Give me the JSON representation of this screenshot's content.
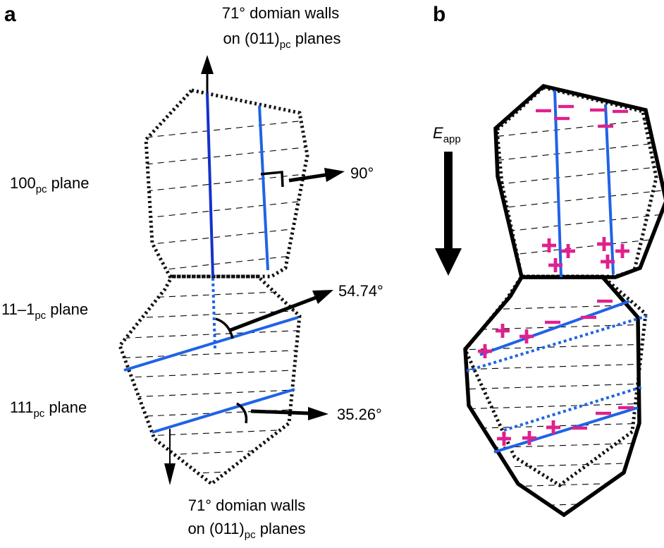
{
  "panels": {
    "a": {
      "label": "a",
      "top_annotation": {
        "line1": "71° domian walls",
        "line2_prefix": "on (011)",
        "line2_sub": "pc",
        "line2_suffix": " planes"
      },
      "bottom_annotation": {
        "line1": "71° domian walls",
        "line2_prefix": "on (011)",
        "line2_sub": "pc",
        "line2_suffix": " planes"
      },
      "planes": [
        {
          "prefix": "100",
          "sub": "pc",
          "suffix": " plane",
          "angle": "90°"
        },
        {
          "prefix": "11–1",
          "sub": "pc",
          "suffix": " plane",
          "angle": "54.74°"
        },
        {
          "prefix": "111",
          "sub": "pc",
          "suffix": " plane",
          "angle": "35.26°"
        }
      ]
    },
    "b": {
      "label": "b",
      "field": {
        "symbol": "E",
        "sub": "app"
      }
    }
  },
  "colors": {
    "domain_wall": "#1f63e6",
    "domain_wall_dark": "#1432c8",
    "charge": "#e0208e",
    "outline": "#000000"
  },
  "icons": [
    "up-arrow-icon",
    "down-arrow-icon",
    "right-arrow-icon",
    "right-angle-icon",
    "angle-arc-icon",
    "plus-charge-icon",
    "minus-charge-icon",
    "field-arrow-icon"
  ]
}
